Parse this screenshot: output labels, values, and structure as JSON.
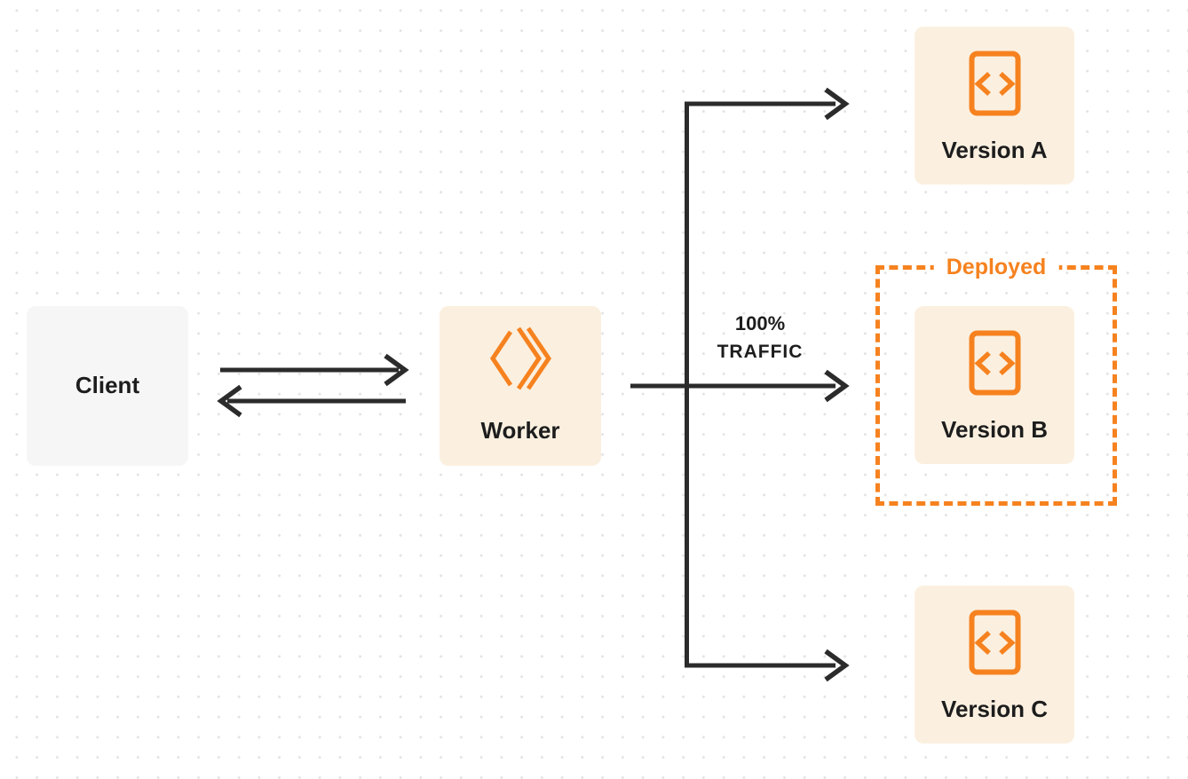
{
  "colors": {
    "background": "#ffffff",
    "dot": "#e3e3e3",
    "orange": "#f6821f",
    "cream": "#fbf0e0",
    "client_bg": "#f6f6f7",
    "line": "#2b2b2b",
    "text": "#1d1d1d"
  },
  "nodes": {
    "client": {
      "label": "Client"
    },
    "worker": {
      "label": "Worker",
      "icon": "workers-logo-icon"
    },
    "version_a": {
      "label": "Version A",
      "icon": "code-version-icon"
    },
    "version_b": {
      "label": "Version B",
      "icon": "code-version-icon"
    },
    "version_c": {
      "label": "Version C",
      "icon": "code-version-icon"
    }
  },
  "annotations": {
    "deployed_label": "Deployed",
    "traffic_label": {
      "line1": "100%",
      "line2": "TRAFFIC"
    }
  },
  "edges": [
    {
      "from": "client",
      "to": "worker",
      "type": "bidirectional"
    },
    {
      "from": "worker",
      "to": "version_a",
      "type": "arrow"
    },
    {
      "from": "worker",
      "to": "version_b",
      "type": "arrow",
      "label": "100% TRAFFIC"
    },
    {
      "from": "worker",
      "to": "version_c",
      "type": "arrow"
    }
  ]
}
